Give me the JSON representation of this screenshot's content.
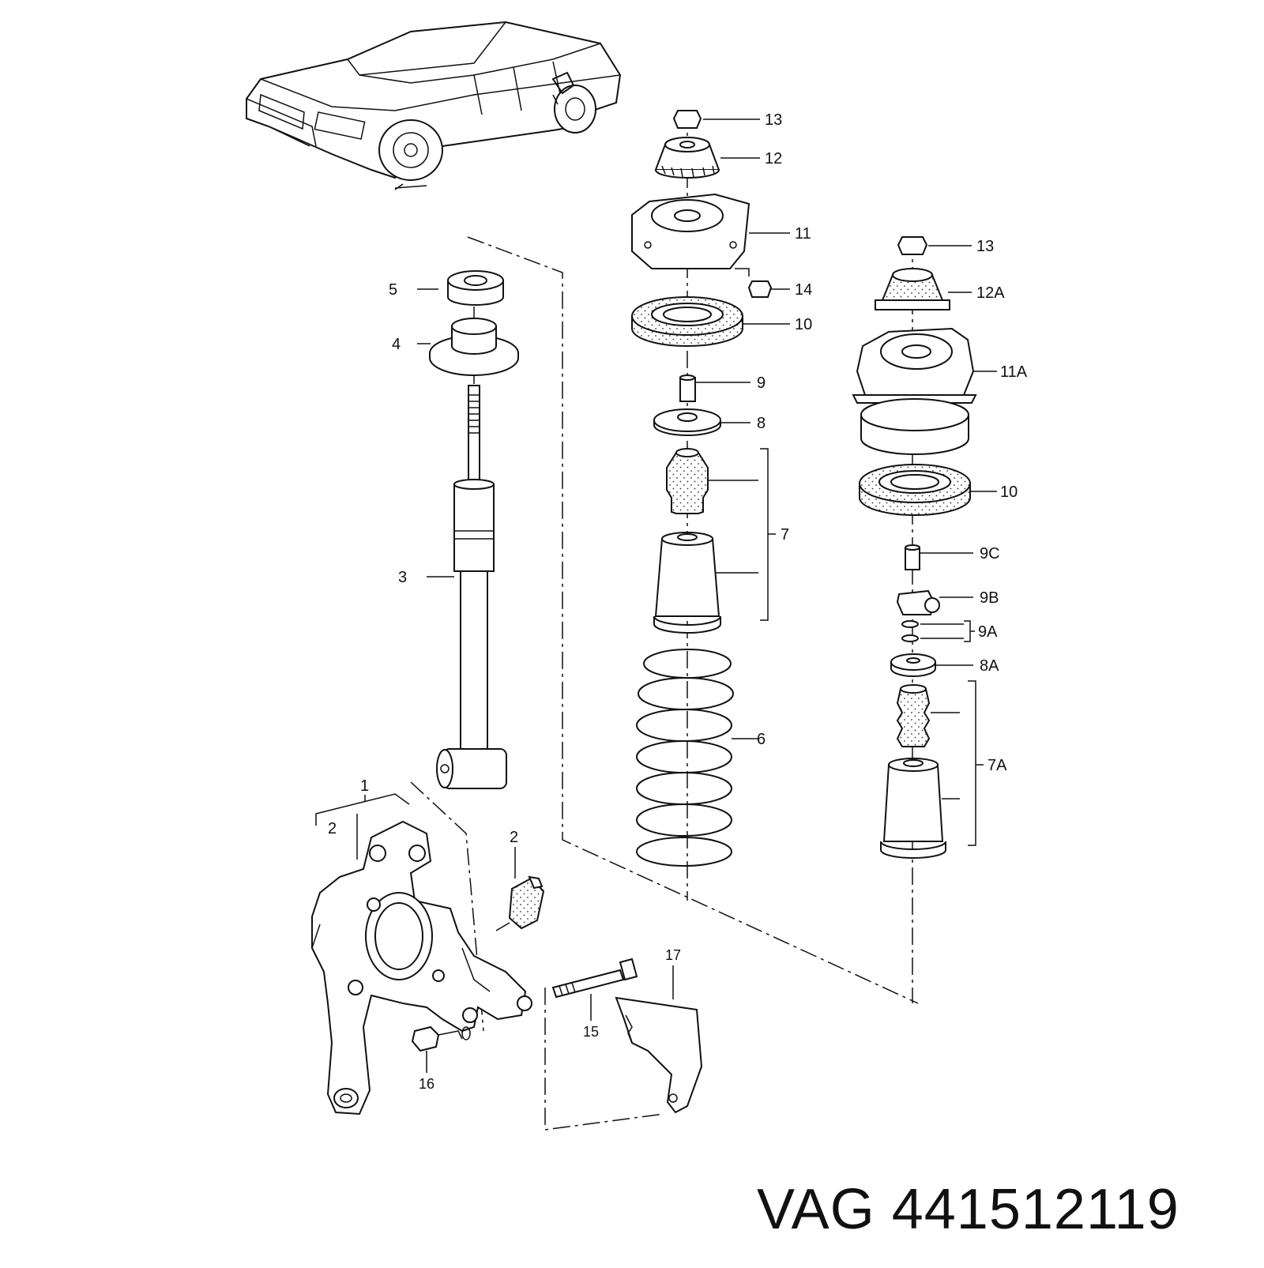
{
  "diagram": {
    "callouts": [
      {
        "id": "13a",
        "label": "13"
      },
      {
        "id": "12",
        "label": "12"
      },
      {
        "id": "11",
        "label": "11"
      },
      {
        "id": "14",
        "label": "14"
      },
      {
        "id": "10a",
        "label": "10"
      },
      {
        "id": "9",
        "label": "9"
      },
      {
        "id": "8",
        "label": "8"
      },
      {
        "id": "7",
        "label": "7"
      },
      {
        "id": "6",
        "label": "6"
      },
      {
        "id": "5",
        "label": "5"
      },
      {
        "id": "4",
        "label": "4"
      },
      {
        "id": "3",
        "label": "3"
      },
      {
        "id": "1",
        "label": "1"
      },
      {
        "id": "2a",
        "label": "2"
      },
      {
        "id": "2b",
        "label": "2"
      },
      {
        "id": "13b",
        "label": "13"
      },
      {
        "id": "12A",
        "label": "12A"
      },
      {
        "id": "11A",
        "label": "11A"
      },
      {
        "id": "10b",
        "label": "10"
      },
      {
        "id": "9C",
        "label": "9C"
      },
      {
        "id": "9B",
        "label": "9B"
      },
      {
        "id": "9A",
        "label": "9A"
      },
      {
        "id": "8A",
        "label": "8A"
      },
      {
        "id": "7A",
        "label": "7A"
      },
      {
        "id": "17",
        "label": "17"
      },
      {
        "id": "15",
        "label": "15"
      },
      {
        "id": "16",
        "label": "16"
      }
    ]
  },
  "part_number": "VAG 441512119"
}
